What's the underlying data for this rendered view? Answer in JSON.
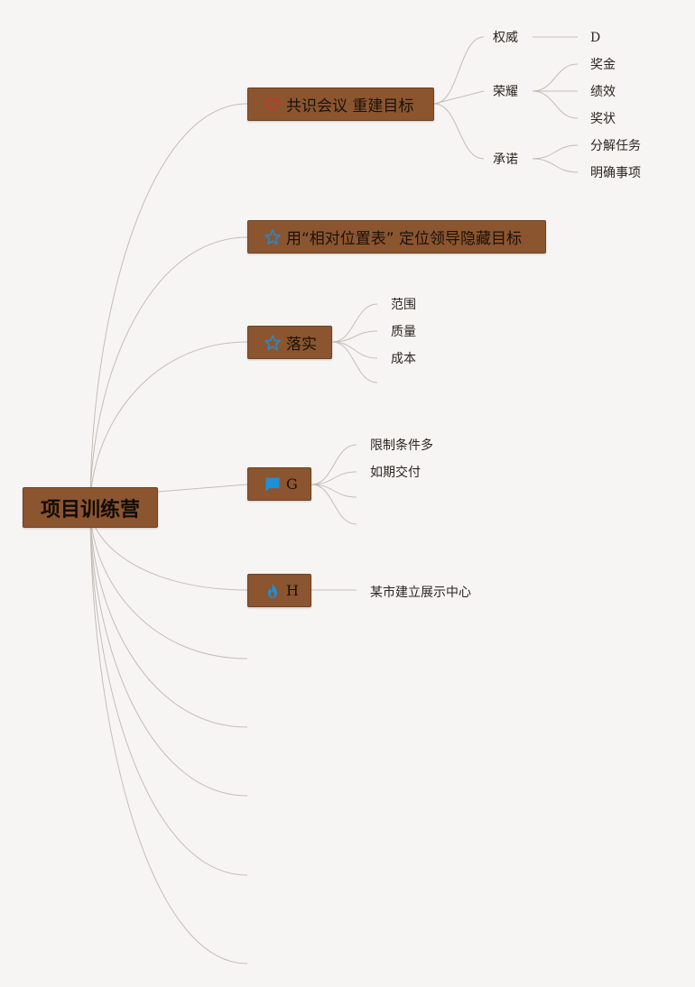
{
  "root": {
    "label": "项目训练营"
  },
  "branches": [
    {
      "label": "共识会议 重建目标",
      "icon": "heart-outline-icon",
      "icon_color": "#c0392b",
      "children": [
        {
          "label": "权威",
          "children": [
            {
              "label": "D"
            }
          ]
        },
        {
          "label": "荣耀",
          "children": [
            {
              "label": "奖金"
            },
            {
              "label": "绩效"
            },
            {
              "label": "奖状"
            }
          ]
        },
        {
          "label": "承诺",
          "children": [
            {
              "label": "分解任务"
            },
            {
              "label": "明确事项"
            }
          ]
        }
      ]
    },
    {
      "label": "用“相对位置表” 定位领导隐藏目标",
      "icon": "star-outline-icon",
      "icon_color": "#2e86c1",
      "children": []
    },
    {
      "label": "落实",
      "icon": "star-outline-icon",
      "icon_color": "#2e86c1",
      "children": [
        {
          "label": "范围"
        },
        {
          "label": "质量"
        },
        {
          "label": "成本"
        },
        {
          "label": ""
        }
      ]
    },
    {
      "label": "G",
      "icon": "flag-icon",
      "icon_color": "#1e90d6",
      "children": [
        {
          "label": "限制条件多"
        },
        {
          "label": "如期交付"
        },
        {
          "label": ""
        },
        {
          "label": ""
        }
      ]
    },
    {
      "label": "H",
      "icon": "fire-icon",
      "icon_color": "#1e90d6",
      "children": [
        {
          "label": "某市建立展示中心"
        }
      ]
    }
  ],
  "colors": {
    "background": "#f7f5f3",
    "node_fill": "#8b5530",
    "link": "#c3bdb7"
  }
}
